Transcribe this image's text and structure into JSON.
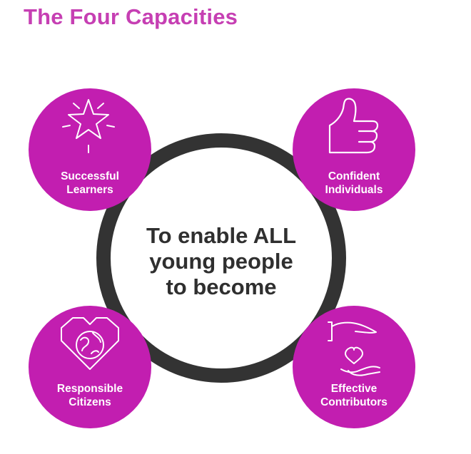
{
  "title": "The Four Capacities",
  "center": {
    "lines": [
      "To enable ALL",
      "young people",
      "to become"
    ]
  },
  "capacities": [
    {
      "lines": [
        "Successful",
        "Learners"
      ],
      "icon": "star-icon"
    },
    {
      "lines": [
        "Confident",
        "Individuals"
      ],
      "icon": "thumbs-up-icon"
    },
    {
      "lines": [
        "Responsible",
        "Citizens"
      ],
      "icon": "heart-globe-icon"
    },
    {
      "lines": [
        "Effective",
        "Contributors"
      ],
      "icon": "hands-heart-icon"
    }
  ],
  "colors": {
    "accent": "#c21eb0",
    "title": "#c63fb3",
    "ring": "#333333",
    "text": "#2f2f2f"
  }
}
